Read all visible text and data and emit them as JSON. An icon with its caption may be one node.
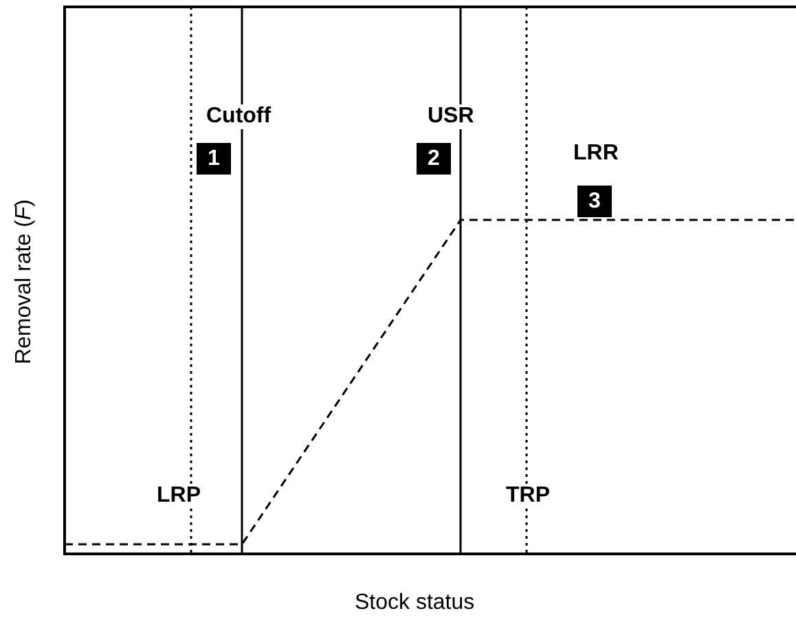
{
  "diagram": {
    "nodes": [
      {
        "text": [
          "1"
        ]
      },
      {
        "text": [
          "2"
        ]
      },
      {
        "text": [
          "3"
        ]
      }
    ],
    "labels": [
      "Cutoff",
      "USR",
      "LRR",
      "LRP",
      "TRP",
      "Removal rate (*F*)",
      "Stock status"
    ]
  }
}
